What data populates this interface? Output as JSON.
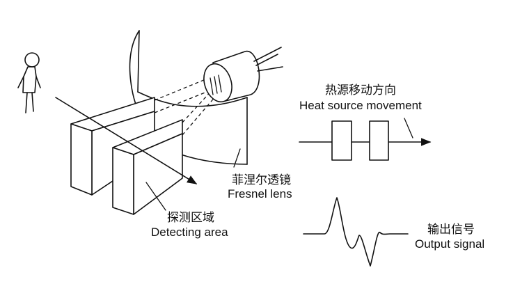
{
  "labels": {
    "heat_source_cn": "热源移动方向",
    "heat_source_en": "Heat source movement",
    "fresnel_cn": "菲涅尔透镜",
    "fresnel_en": "Fresnel lens",
    "detecting_cn": "探测区域",
    "detecting_en": "Detecting area",
    "output_cn": "输出信号",
    "output_en": "Output signal"
  }
}
